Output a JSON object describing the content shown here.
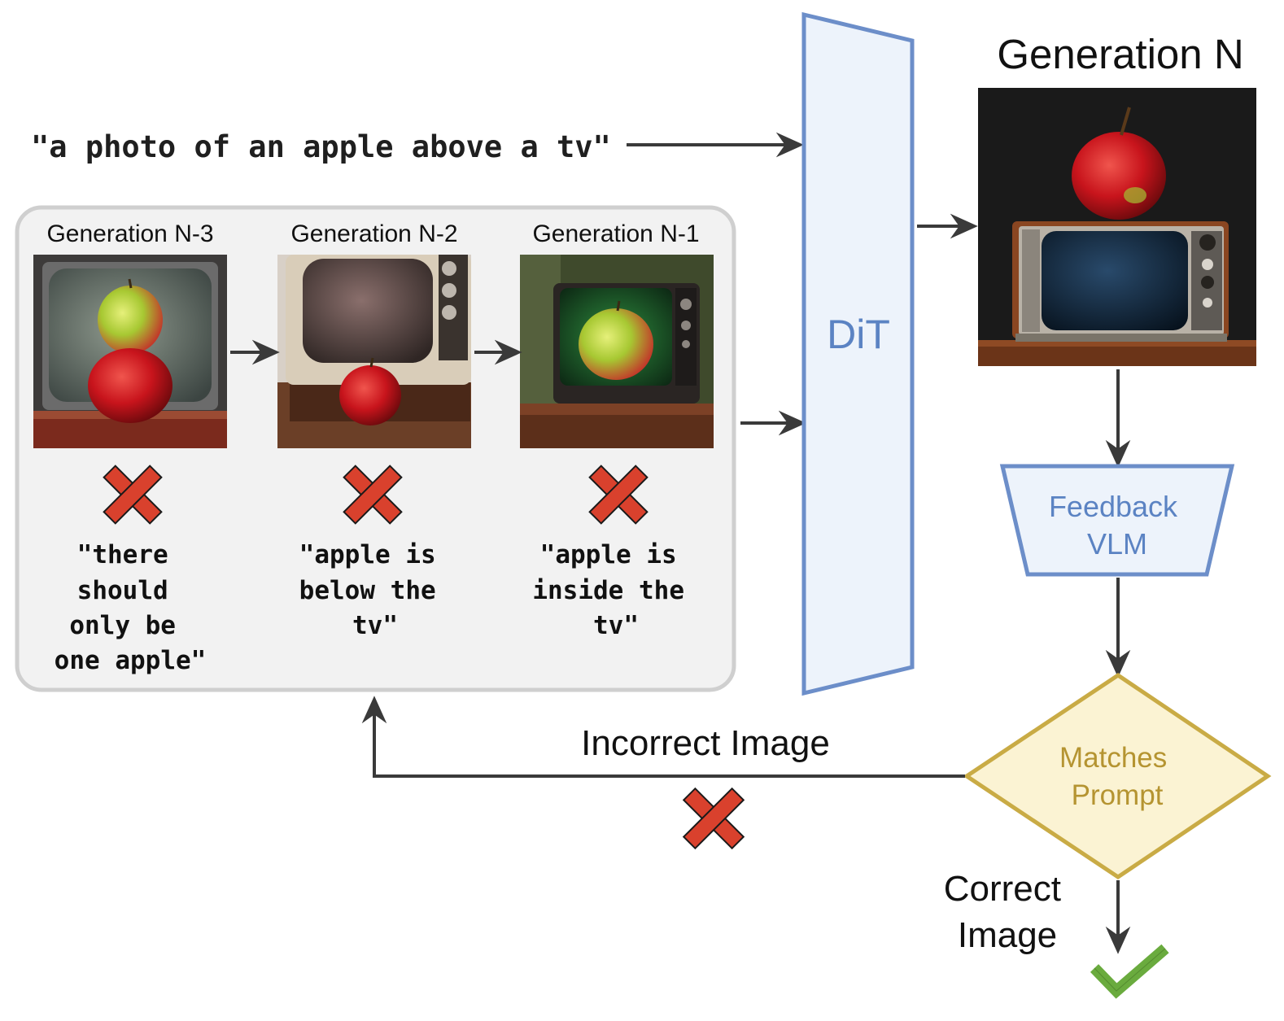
{
  "prompt": "\"a photo of an apple above a tv\"",
  "dit_label": "DiT",
  "generation_n": {
    "title": "Generation N"
  },
  "history": [
    {
      "title": "Generation N-3",
      "feedback": [
        "\"there",
        "should",
        "only be",
        "one apple\""
      ]
    },
    {
      "title": "Generation N-2",
      "feedback": [
        "\"apple is",
        "below the",
        "tv\""
      ]
    },
    {
      "title": "Generation N-1",
      "feedback": [
        "\"apple is",
        "inside the",
        "tv\""
      ]
    }
  ],
  "feedback_vlm": [
    "Feedback",
    "VLM"
  ],
  "decision": [
    "Matches",
    "Prompt"
  ],
  "incorrect_label": "Incorrect Image",
  "correct_label": [
    "Correct",
    "Image"
  ],
  "colors": {
    "dit_fill": "#edf3fb",
    "dit_stroke": "#6c8ec9",
    "dit_text": "#5b83c3",
    "diamond_fill": "#fbf3d3",
    "diamond_stroke": "#c9ab45",
    "diamond_text": "#b59431",
    "panel_fill": "#f2f2f2",
    "panel_stroke": "#cfcfcf",
    "cross": "#d9412d",
    "check": "#6aab3e",
    "arrow": "#3a3a3a"
  }
}
